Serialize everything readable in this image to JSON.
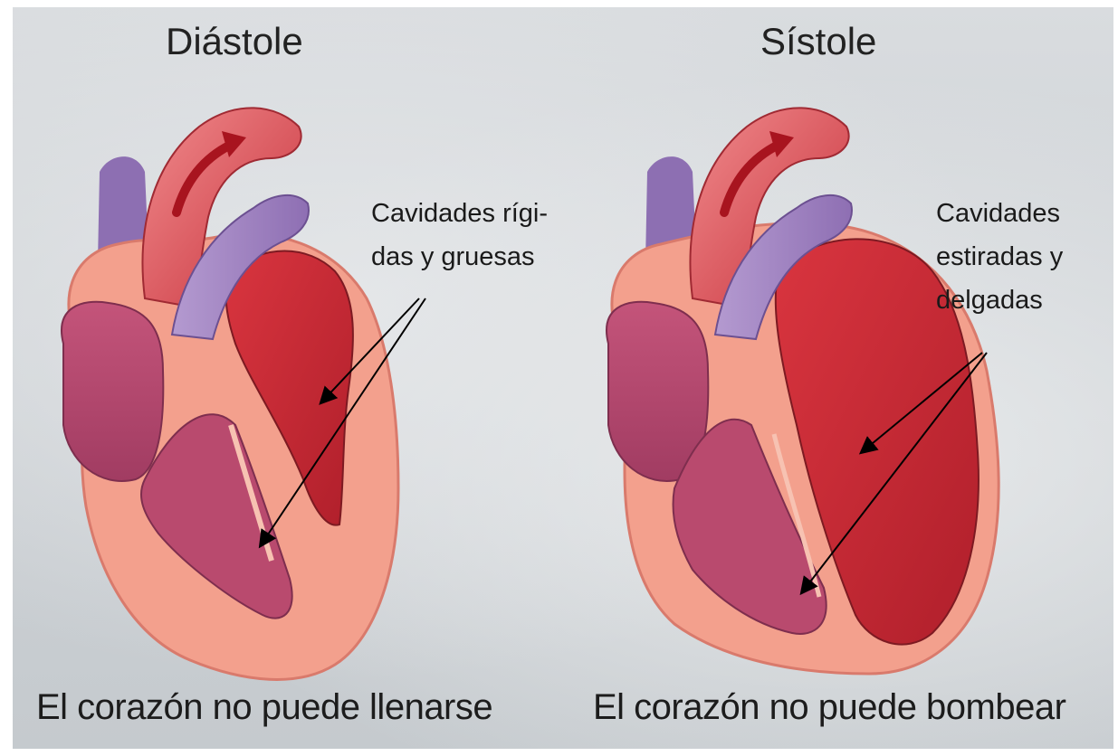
{
  "panels": [
    {
      "title": "Diástole",
      "label_lines": [
        "Cavidades rígi-",
        "das y gruesas"
      ],
      "caption": "El corazón no puede llenarse"
    },
    {
      "title": "Sístole",
      "label_lines": [
        "Cavidades",
        "estiradas y",
        "delgadas"
      ],
      "caption": "El corazón no puede bombear"
    }
  ],
  "colors": {
    "heart_outer": "#f4a08e",
    "heart_muscle": "#e6867a",
    "chamber_dark": "#c42a35",
    "chamber_pink": "#b24a6c",
    "vein_purple": "#9c7fc0",
    "aorta_red": "#d9535a"
  }
}
